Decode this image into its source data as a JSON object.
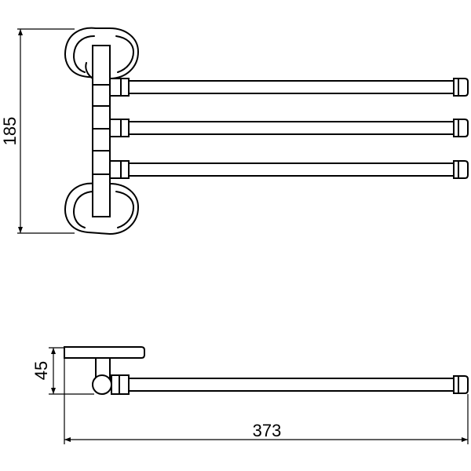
{
  "dimensions": {
    "height_total": "185",
    "depth": "45",
    "length": "373"
  }
}
